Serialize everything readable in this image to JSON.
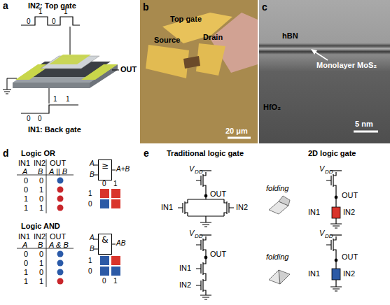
{
  "diagram": {
    "nodes": [
      {
        "text": [
          "≥"
        ]
      },
      {
        "text": [
          "&"
        ]
      }
    ],
    "labels": [
      "a",
      "IN2: Top gate",
      "0",
      "1",
      "0",
      "1",
      "OUT",
      "1",
      "1",
      "0",
      "0",
      "IN1: Back gate",
      "b",
      "Top gate",
      "Source",
      "Drain",
      "20 μm",
      "c",
      "hBN",
      "Monolayer MoS₂",
      "HfO₂",
      "5 nm",
      "d",
      "Logic OR",
      "IN1",
      "IN2",
      "OUT",
      "A",
      "B",
      "A || B",
      "0",
      "0",
      "0",
      "1",
      "1",
      "0",
      "1",
      "1",
      "A",
      "B",
      "A+B",
      "0",
      "1",
      "1",
      "0",
      "Logic AND",
      "IN1",
      "IN2",
      "OUT",
      "A",
      "B",
      "A & B",
      "0",
      "0",
      "0",
      "1",
      "1",
      "0",
      "1",
      "1",
      "A",
      "B",
      "AB",
      "1",
      "0",
      "0",
      "1",
      "e",
      "Traditional logic gate",
      "2D logic gate",
      "V",
      "DD",
      "OUT",
      "IN1",
      "IN2",
      "folding",
      "V",
      "DD",
      "OUT",
      "IN1",
      "IN2",
      "V",
      "DD",
      "OUT",
      "IN1",
      "IN2",
      "folding",
      "V",
      "DD",
      "OUT",
      "IN1",
      "IN2"
    ]
  }
}
